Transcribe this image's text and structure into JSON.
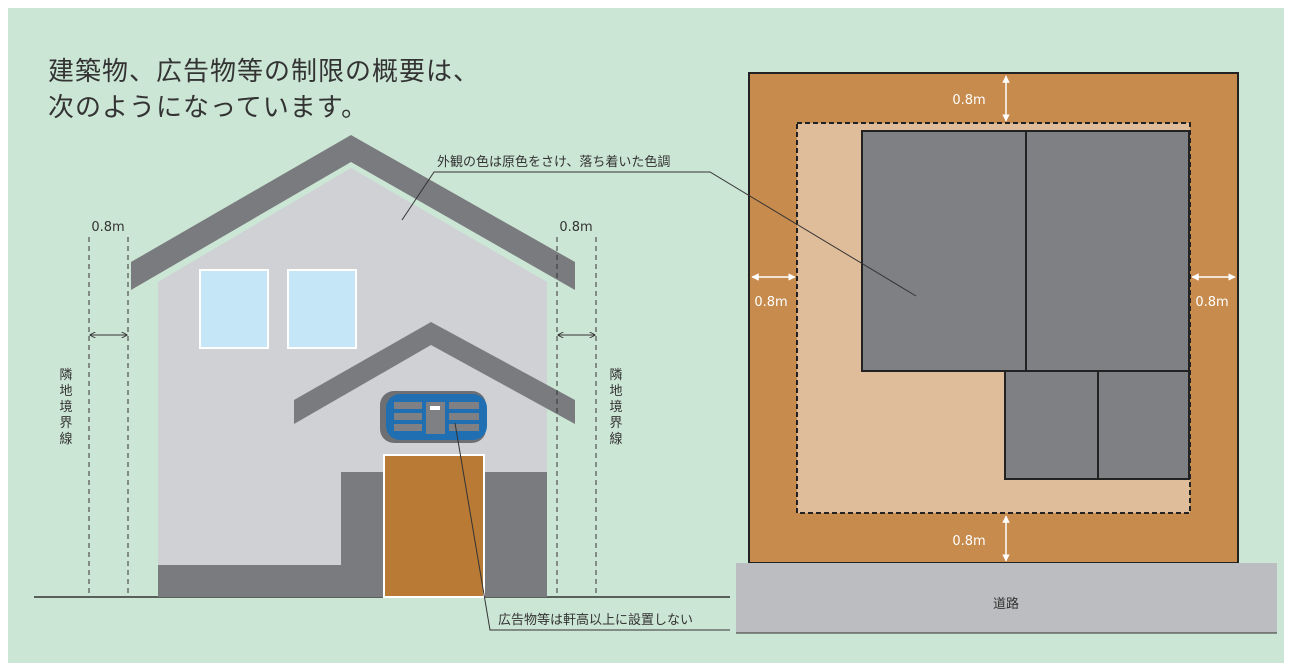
{
  "title": {
    "line1": "建築物、広告物等の制限の概要は、",
    "line2": "次のようになっています。"
  },
  "labels": {
    "setback_left": "0.8m",
    "setback_right": "0.8m",
    "boundary_left": [
      "隣",
      "地",
      "境",
      "界",
      "線"
    ],
    "boundary_right": [
      "隣",
      "地",
      "境",
      "界",
      "線"
    ],
    "exterior_color_note": "外観の色は原色をさけ、落ち着いた色調",
    "signage_note": "広告物等は軒高以上に設置しない",
    "plan_top": "0.8m",
    "plan_left": "0.8m",
    "plan_right": "0.8m",
    "plan_bottom": "0.8m",
    "road": "道路"
  },
  "colors": {
    "panel_bg": "#cce6d6",
    "wall": "#cfd1d4",
    "roof": "#7a7b7e",
    "window": "#c4e6f6",
    "door": "#b87a35",
    "sign_blue": "#1f6fb2",
    "lot": "#c68b4d",
    "setback_zone": "#e0bd9a",
    "building_plan": "#7f8083",
    "road": "#bcbdc0"
  }
}
